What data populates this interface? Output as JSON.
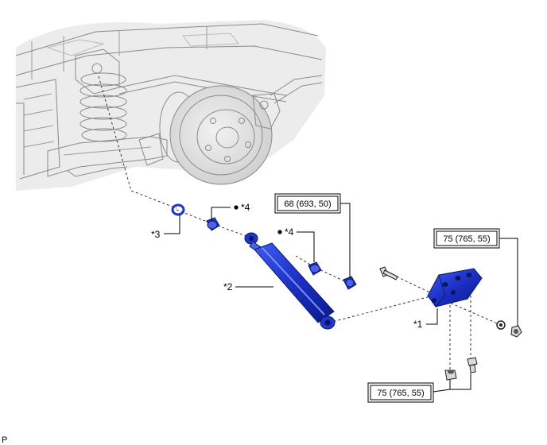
{
  "callouts": {
    "bracket": "*1",
    "shock_absorber": "*2",
    "washer": "*3",
    "cushion_upper": "*4",
    "cushion_lower": "*4"
  },
  "torque": {
    "upper_nut": "68 (693, 50)",
    "bracket_nut": "75 (765, 55)",
    "bracket_bolts": "75 (765, 55)"
  },
  "illustration_code": "P",
  "colors": {
    "part_blue": "#2036c8",
    "part_blue_light": "#4a63e8",
    "frame_gray": "#8a8a8a"
  },
  "icons": [
    "bullet-dot-icon"
  ]
}
